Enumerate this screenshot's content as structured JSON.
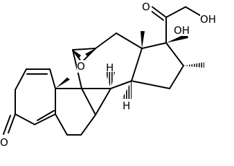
{
  "molecule": {
    "atom_labels": {
      "ketone_o": "O",
      "hydroxyl_acetyl": "OH",
      "hydroxyl_17": "OH",
      "epoxide_o": "O",
      "enone_o": "O",
      "h_8": "H",
      "h_14": "H"
    },
    "colors": {
      "bond": "#000000",
      "background": "#ffffff"
    }
  }
}
